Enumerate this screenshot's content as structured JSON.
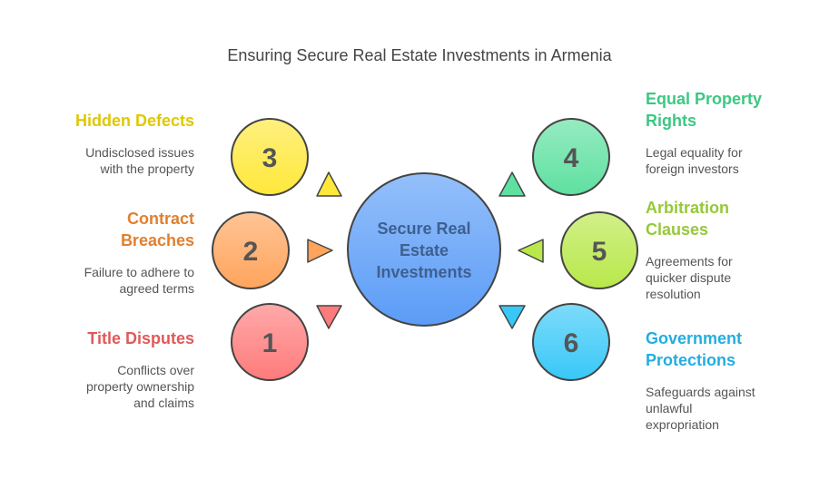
{
  "title": "Ensuring Secure Real Estate Investments in Armenia",
  "center": {
    "lines": [
      "Secure Real",
      "Estate",
      "Investments"
    ],
    "color": "#5b9cf7"
  },
  "items": [
    {
      "num": "1",
      "title": [
        "Title Disputes"
      ],
      "desc": [
        "Conflicts over",
        "property ownership",
        "and claims"
      ],
      "color": "#ff7b7b",
      "text_color": "#e05a5a"
    },
    {
      "num": "2",
      "title": [
        "Contract",
        "Breaches"
      ],
      "desc": [
        "Failure to adhere to",
        "agreed terms"
      ],
      "color": "#ffa45c",
      "text_color": "#e0802f"
    },
    {
      "num": "3",
      "title": [
        "Hidden Defects"
      ],
      "desc": [
        "Undisclosed issues",
        "with the property"
      ],
      "color": "#ffe83a",
      "text_color": "#e0c800"
    },
    {
      "num": "4",
      "title": [
        "Equal Property",
        "Rights"
      ],
      "desc": [
        "Legal equality for",
        "foreign investors"
      ],
      "color": "#5ee0a0",
      "text_color": "#3cc882"
    },
    {
      "num": "5",
      "title": [
        "Arbitration",
        "Clauses"
      ],
      "desc": [
        "Agreements for",
        "quicker dispute",
        "resolution"
      ],
      "color": "#b8e84a",
      "text_color": "#96c83a"
    },
    {
      "num": "6",
      "title": [
        "Government",
        "Protections"
      ],
      "desc": [
        "Safeguards against",
        "unlawful",
        "expropriation"
      ],
      "color": "#38c8f8",
      "text_color": "#22aee0"
    }
  ]
}
